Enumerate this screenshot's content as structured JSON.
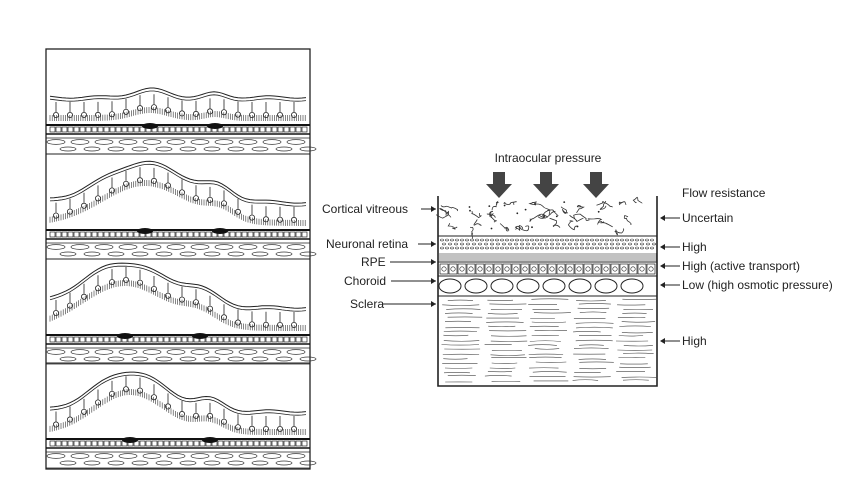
{
  "left_figure": {
    "panels": 4,
    "panel_labels": []
  },
  "right_figure": {
    "top_label": "Intraocular pressure",
    "column_header": "Flow resistance",
    "layers": [
      {
        "name": "Cortical vitreous",
        "resistance": "Uncertain"
      },
      {
        "name": "Neuronal retina",
        "resistance": "High"
      },
      {
        "name": "RPE",
        "resistance": "High (active transport)"
      },
      {
        "name": "Choroid",
        "resistance": "Low (high osmotic pressure)"
      },
      {
        "name": "Sclera",
        "resistance": "High"
      }
    ]
  },
  "colors": {
    "ink": "#222222",
    "background": "#ffffff",
    "arrow": "#444444"
  }
}
